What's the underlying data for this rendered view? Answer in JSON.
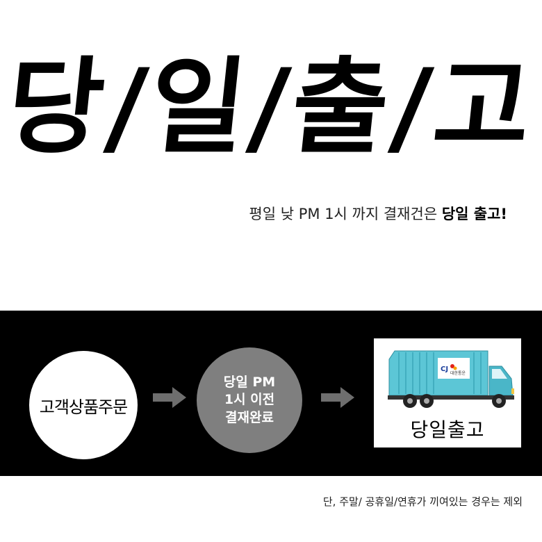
{
  "headline": "당/일/출/고",
  "subline": {
    "text": "평일 낮  PM 1시 까지 결재건은 ",
    "emphasis": "당일 출고!"
  },
  "process": {
    "step1": "고객상품주문",
    "step2_lines": [
      "당일 PM",
      "1시 이전",
      "결재완료"
    ],
    "step3_label": "당일출고",
    "truck_brand": "CJ",
    "truck_company": "대한통운"
  },
  "footnote": "단, 주말/ 공휴일/연휴가 끼여있는 경우는 제외",
  "colors": {
    "band": "#000000",
    "circle_grey": "#7f7f7f",
    "arrow": "#6e6e6e",
    "truck_body": "#5cc6d6",
    "truck_cab": "#4ab6c8",
    "cj_red": "#e2231a"
  }
}
